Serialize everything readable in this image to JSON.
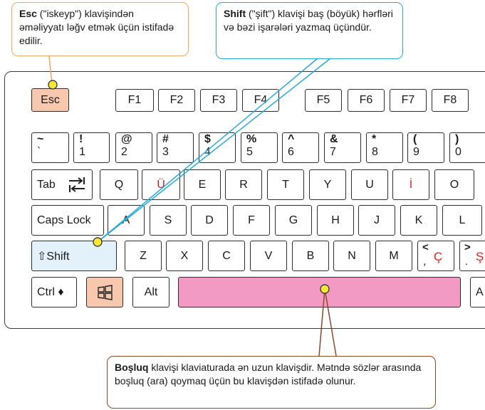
{
  "callouts": {
    "esc": {
      "bold": "Esc",
      "rest": " (\"iskeyp\") klavişindən əməliyyatı ləğv etmək üçün istifadə edilir."
    },
    "shift": {
      "bold": "Shift",
      "rest": " (\"şift\") klavişi baş (böyük) hərfləri və bəzi işarələri yazmaq üçündür."
    },
    "space": {
      "bold": "Boşluq",
      "rest": " klavişi klaviaturada ən uzun klavişdir. Mətndə sözlər arasında boşluq (ara) qoymaq üçün bu klavişdən istifadə olunur."
    }
  },
  "keys": {
    "esc": "Esc",
    "f": [
      "F1",
      "F2",
      "F3",
      "F4",
      "F5",
      "F6",
      "F7",
      "F8"
    ],
    "num": [
      {
        "top": "~",
        "bot": "`"
      },
      {
        "top": "!",
        "bot": "1"
      },
      {
        "top": "@",
        "bot": "2"
      },
      {
        "top": "#",
        "bot": "3"
      },
      {
        "top": "$",
        "bot": "4"
      },
      {
        "top": "%",
        "bot": "5"
      },
      {
        "top": "^",
        "bot": "6"
      },
      {
        "top": "&",
        "bot": "7"
      },
      {
        "top": "*",
        "bot": "8"
      },
      {
        "top": "(",
        "bot": "9"
      },
      {
        "top": ")",
        "bot": "0"
      }
    ],
    "tab": "Tab",
    "q_row": [
      "Q",
      "Ü",
      "E",
      "R",
      "T",
      "Y",
      "U",
      "İ",
      "O"
    ],
    "caps": "Caps Lock",
    "a_row": [
      "A",
      "S",
      "D",
      "F",
      "G",
      "H",
      "J",
      "K",
      "L"
    ],
    "shift": "⇧Shift",
    "z_row": [
      "Z",
      "X",
      "C",
      "V",
      "B",
      "N",
      "M"
    ],
    "c_cedilla": {
      "top": "<",
      "bot": ",",
      "letter": "Ç"
    },
    "s_cedilla": {
      "top": ">",
      "bot": ".",
      "letter": "Ş"
    },
    "ctrl": "Ctrl ♦",
    "win": "⊞",
    "alt": "Alt",
    "alt_right": "A"
  },
  "colors": {
    "esc_callout_border": "#f0a860",
    "shift_callout_border": "#28a8d8",
    "space_callout_border": "#8b4a2b",
    "marker": "#f5e63a",
    "red_letter": "#e02020"
  }
}
